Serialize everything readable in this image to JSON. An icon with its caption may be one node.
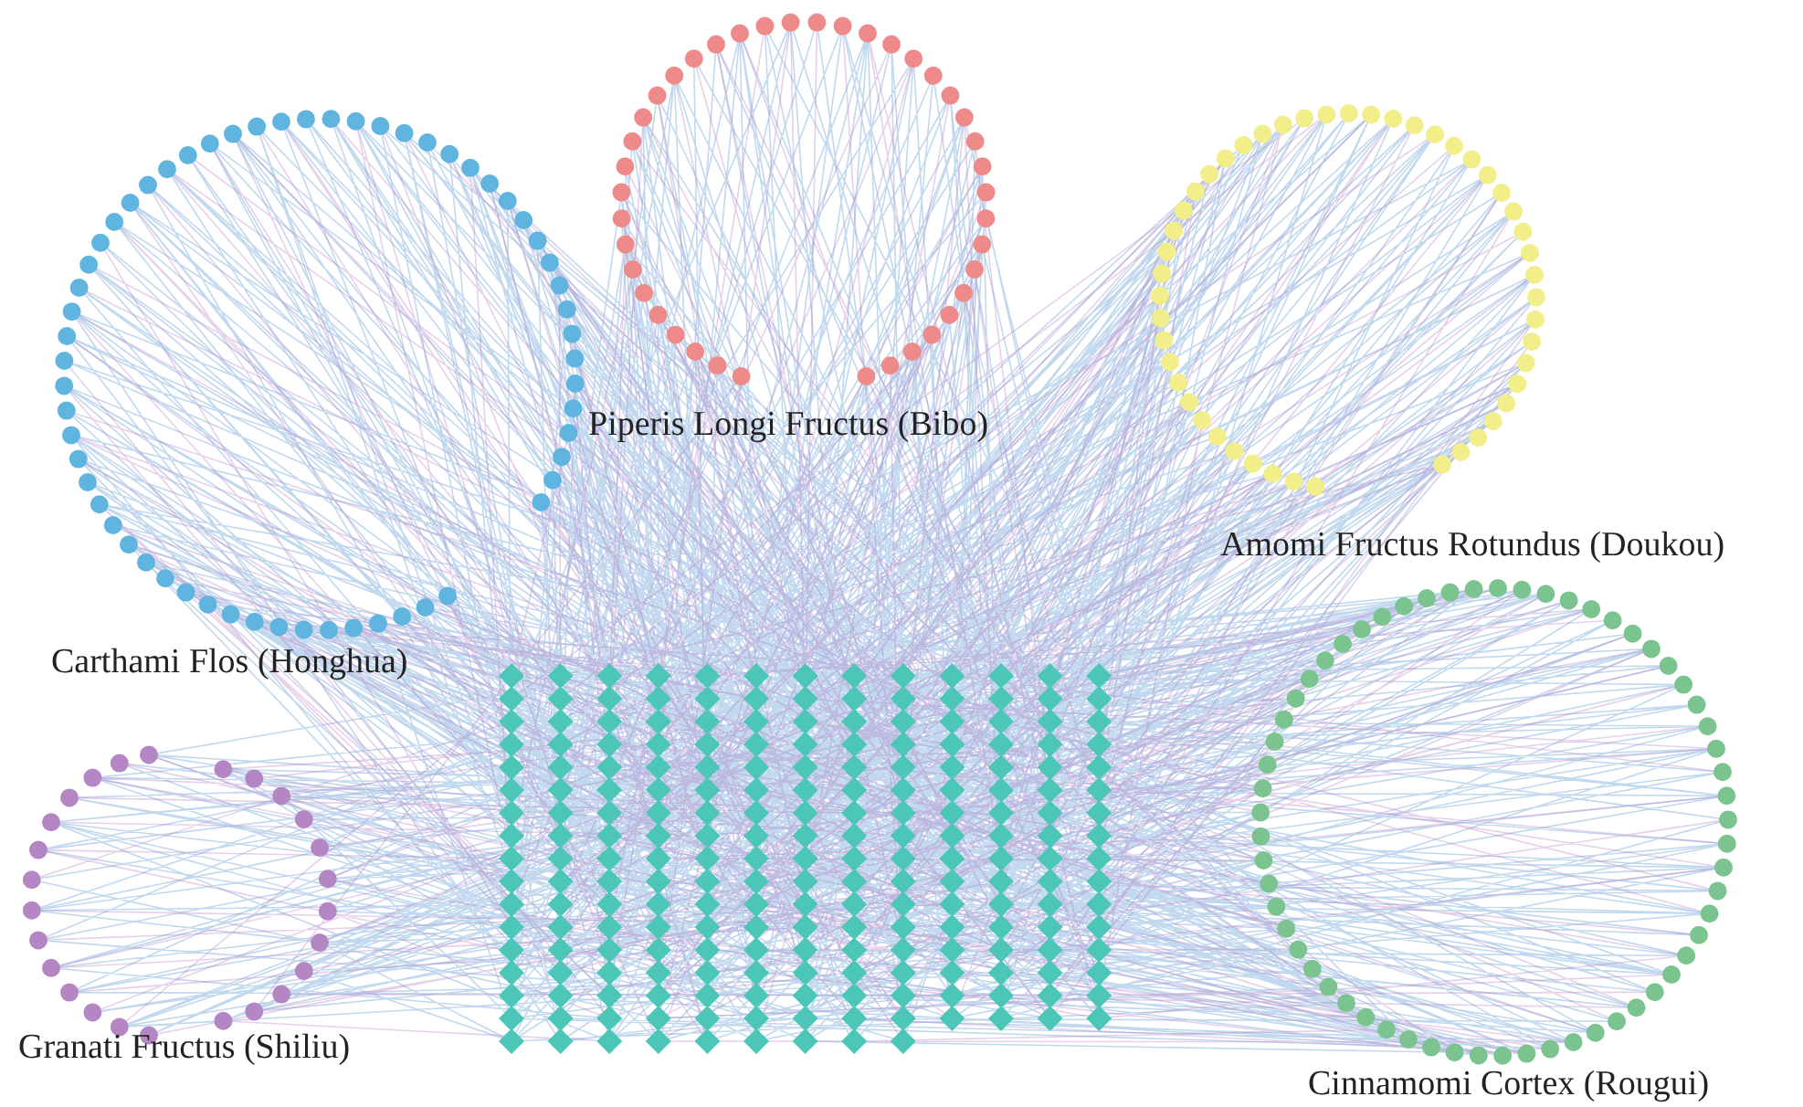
{
  "diagram": {
    "labels": [
      "Piperis Longi Fructus (Bibo)",
      "Amomi Fructus Rotundus (Doukou)",
      "Carthami Flos (Honghua)",
      "Granati Fructus (Shiliu)",
      "Cinnamomi Cortex (Rougui)"
    ]
  }
}
